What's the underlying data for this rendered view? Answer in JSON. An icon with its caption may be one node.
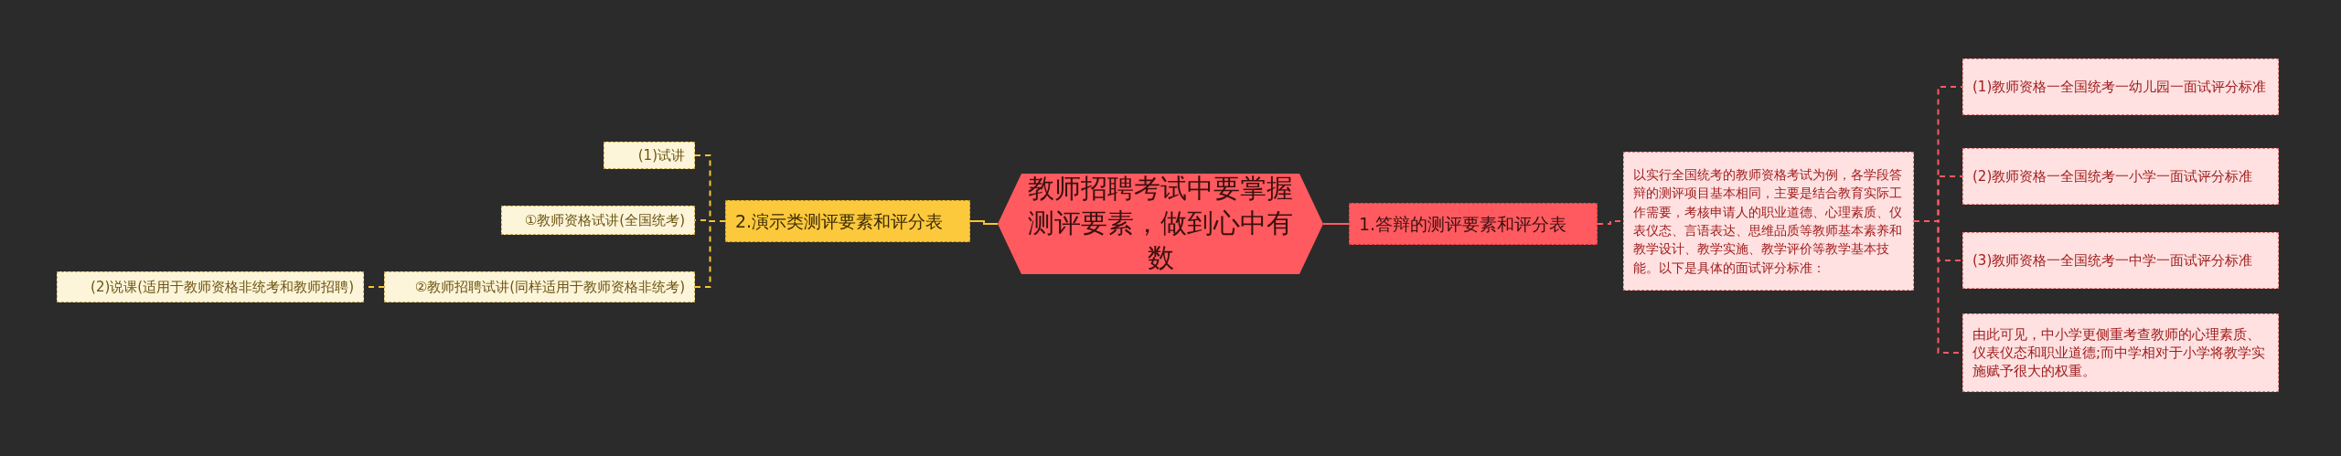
{
  "diagram": {
    "nodes": [
      {
        "text": [
          "教师招聘考试中要掌握测评要素，做到心中有数"
        ]
      },
      {
        "text": [
          "1.答辩的测评要素和评分表"
        ]
      },
      {
        "text": [
          "以实行全国统考的教师资格考试为例，各学段答辩的测评项目基本相同，主要是结合教育实际工作需要，考核申请人的职业道德、心理素质、仪表仪态、言语表达、思维品质等教师基本素养和教学设计、教学实施、教学评价等教学基本技能。以下是具体的面试评分标准："
        ]
      },
      {
        "text": [
          "(1)教师资格一全国统考一幼儿园一面试评分标准"
        ]
      },
      {
        "text": [
          "(2)教师资格一全国统考一小学一面试评分标准"
        ]
      },
      {
        "text": [
          "(3)教师资格一全国统考一中学一面试评分标准"
        ]
      },
      {
        "text": [
          "由此可见，中小学更侧重考查教师的心理素质、仪表仪态和职业道德;而中学相对于小学将教学实施赋予很大的权重。"
        ]
      },
      {
        "text": [
          "2.演示类测评要素和评分表"
        ]
      },
      {
        "text": [
          "(1)试讲"
        ]
      },
      {
        "text": [
          "①教师资格试讲(全国统考)"
        ]
      },
      {
        "text": [
          "②教师招聘试讲(同样适用于教师资格非统考)"
        ]
      },
      {
        "text": [
          "(2)说课(适用于教师资格非统考和教师招聘)"
        ]
      }
    ],
    "edges": [
      {
        "from": 0,
        "to": 1,
        "arrow": "none",
        "color": "#ff5a5f"
      },
      {
        "from": 1,
        "to": 2,
        "arrow": "none",
        "style": "dashed",
        "color": "#ff5a5f"
      },
      {
        "from": 2,
        "to": 3,
        "arrow": "none",
        "style": "dashed",
        "color": "#ff5a5f"
      },
      {
        "from": 2,
        "to": 4,
        "arrow": "none",
        "style": "dashed",
        "color": "#ff5a5f"
      },
      {
        "from": 2,
        "to": 5,
        "arrow": "none",
        "style": "dashed",
        "color": "#ff5a5f"
      },
      {
        "from": 2,
        "to": 6,
        "arrow": "none",
        "style": "dashed",
        "color": "#ff5a5f"
      },
      {
        "from": 0,
        "to": 7,
        "arrow": "none",
        "color": "#f7c531"
      },
      {
        "from": 7,
        "to": 8,
        "arrow": "none",
        "style": "dashed",
        "color": "#f7c531"
      },
      {
        "from": 7,
        "to": 9,
        "arrow": "none",
        "style": "dashed",
        "color": "#f7c531"
      },
      {
        "from": 7,
        "to": 10,
        "arrow": "none",
        "style": "dashed",
        "color": "#f7c531"
      },
      {
        "from": 10,
        "to": 11,
        "arrow": "none",
        "style": "dashed",
        "color": "#f7c531"
      }
    ]
  }
}
